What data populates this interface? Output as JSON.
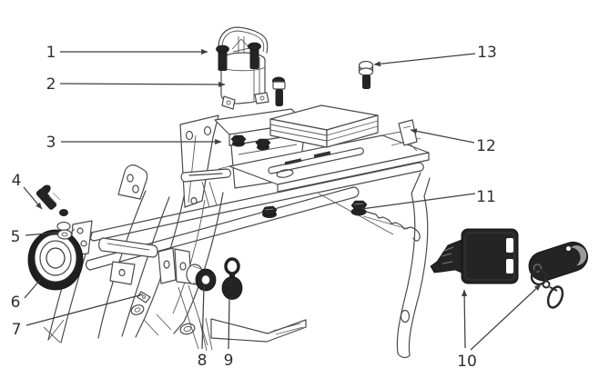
{
  "figure": {
    "background_color": "#ffffff",
    "line_color": "#4a4a4a",
    "dark_fill": "#242424",
    "label_color": "#2f2f2f",
    "callouts": [
      {
        "label": "1"
      },
      {
        "label": "2"
      },
      {
        "label": "3"
      },
      {
        "label": "4"
      },
      {
        "label": "5"
      },
      {
        "label": "6"
      },
      {
        "label": "7"
      },
      {
        "label": "8"
      },
      {
        "label": "9"
      },
      {
        "label": "10"
      },
      {
        "label": "11"
      },
      {
        "label": "12"
      },
      {
        "label": "13"
      }
    ]
  }
}
